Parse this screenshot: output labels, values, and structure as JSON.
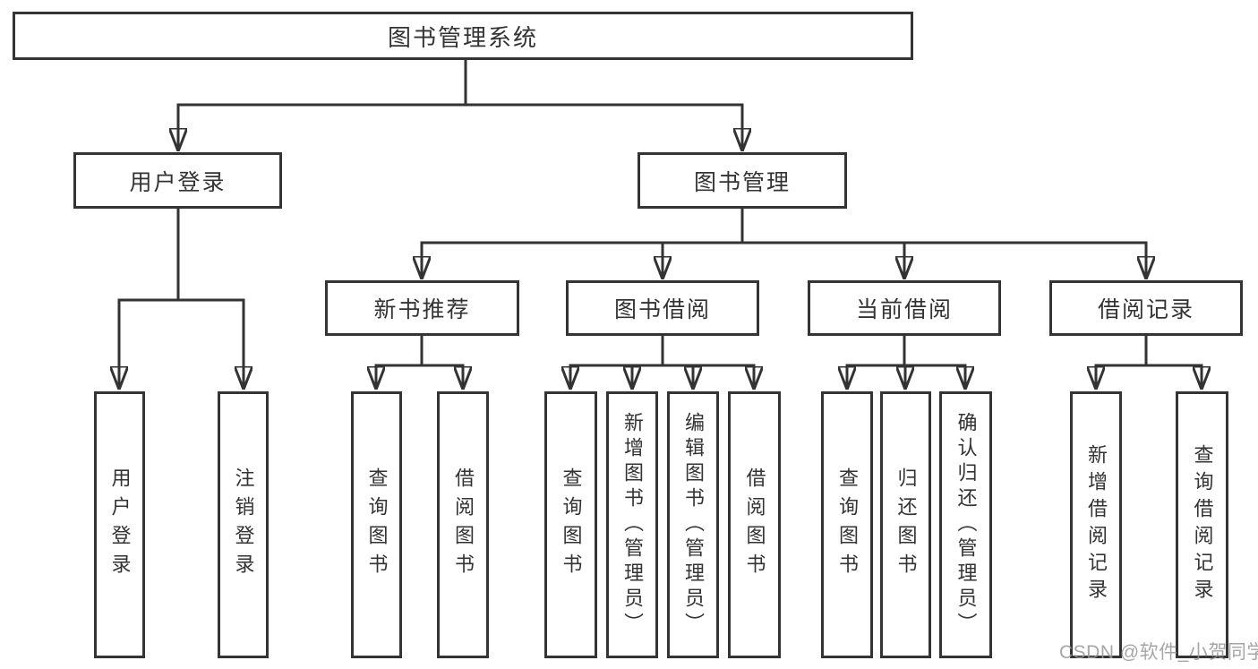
{
  "diagram": {
    "type": "hierarchy-tree",
    "root_label": "图书管理系统",
    "branches": [
      {
        "label": "用户登录",
        "children": [
          "用户登录",
          "注销登录"
        ]
      },
      {
        "label": "图书管理",
        "children": [
          {
            "label": "新书推荐",
            "children": [
              "查询图书",
              "借阅图书"
            ]
          },
          {
            "label": "图书借阅",
            "children": [
              "查询图书",
              "新增图书（管理员）",
              "编辑图书（管理员）",
              "借阅图书"
            ]
          },
          {
            "label": "当前借阅",
            "children": [
              "查询图书",
              "归还图书",
              "确认归还（管理员）"
            ]
          },
          {
            "label": "借阅记录",
            "children": [
              "新增借阅记录",
              "查询借阅记录"
            ]
          }
        ]
      }
    ]
  },
  "watermark": {
    "text": "CSDN @软件_小贺同学"
  },
  "colors": {
    "line": "#333333",
    "text": "#333333",
    "box_border": "#343434",
    "box_background": "#ffffff",
    "page_background": "#ffffff",
    "watermark": "#969696"
  }
}
